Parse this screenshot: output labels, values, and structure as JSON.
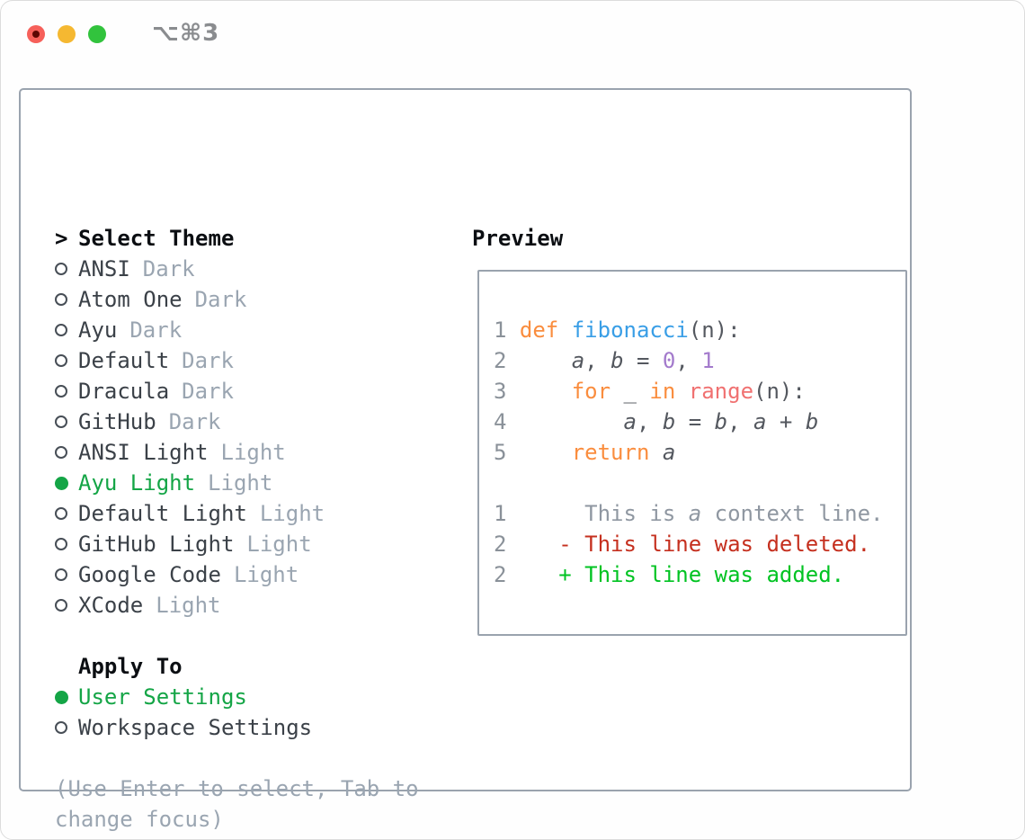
{
  "window": {
    "title": "⌥⌘3",
    "controls": {
      "close": "close",
      "minimize": "minimize",
      "zoom": "zoom"
    }
  },
  "theme_list": {
    "cursor": ">",
    "header": "Select Theme",
    "items": [
      {
        "name": "ANSI",
        "variant": "Dark",
        "selected": false
      },
      {
        "name": "Atom One",
        "variant": "Dark",
        "selected": false
      },
      {
        "name": "Ayu",
        "variant": "Dark",
        "selected": false
      },
      {
        "name": "Default",
        "variant": "Dark",
        "selected": false
      },
      {
        "name": "Dracula",
        "variant": "Dark",
        "selected": false
      },
      {
        "name": "GitHub",
        "variant": "Dark",
        "selected": false
      },
      {
        "name": "ANSI Light",
        "variant": "Light",
        "selected": false
      },
      {
        "name": "Ayu Light",
        "variant": "Light",
        "selected": true
      },
      {
        "name": "Default Light",
        "variant": "Light",
        "selected": false
      },
      {
        "name": "GitHub Light",
        "variant": "Light",
        "selected": false
      },
      {
        "name": "Google Code",
        "variant": "Light",
        "selected": false
      },
      {
        "name": "XCode",
        "variant": "Light",
        "selected": false
      }
    ]
  },
  "apply_to": {
    "header": "Apply To",
    "options": [
      {
        "label": "User Settings",
        "selected": true
      },
      {
        "label": "Workspace Settings",
        "selected": false
      }
    ]
  },
  "help": {
    "line1": "(Use Enter to select, Tab to",
    "line2": "change focus)"
  },
  "preview": {
    "header": "Preview",
    "lines": [
      [
        {
          "c": "ln",
          "t": "1"
        },
        {
          "c": "code",
          "t": " "
        },
        {
          "c": "kw",
          "t": "def"
        },
        {
          "c": "code",
          "t": " "
        },
        {
          "c": "fn",
          "t": "fibonacci"
        },
        {
          "c": "code",
          "t": "(n):"
        }
      ],
      [
        {
          "c": "ln",
          "t": "2"
        },
        {
          "c": "code",
          "t": "     "
        },
        {
          "c": "vi",
          "t": "a"
        },
        {
          "c": "code",
          "t": ", "
        },
        {
          "c": "vi",
          "t": "b"
        },
        {
          "c": "code",
          "t": " = "
        },
        {
          "c": "num",
          "t": "0"
        },
        {
          "c": "code",
          "t": ", "
        },
        {
          "c": "num",
          "t": "1"
        }
      ],
      [
        {
          "c": "ln",
          "t": "3"
        },
        {
          "c": "code",
          "t": "     "
        },
        {
          "c": "kw",
          "t": "for"
        },
        {
          "c": "code",
          "t": " _ "
        },
        {
          "c": "kw",
          "t": "in"
        },
        {
          "c": "code",
          "t": " "
        },
        {
          "c": "rng",
          "t": "range"
        },
        {
          "c": "code",
          "t": "(n):"
        }
      ],
      [
        {
          "c": "ln",
          "t": "4"
        },
        {
          "c": "code",
          "t": "         "
        },
        {
          "c": "vi",
          "t": "a"
        },
        {
          "c": "code",
          "t": ", "
        },
        {
          "c": "vi",
          "t": "b"
        },
        {
          "c": "code",
          "t": " = "
        },
        {
          "c": "vi",
          "t": "b"
        },
        {
          "c": "code",
          "t": ", "
        },
        {
          "c": "vi",
          "t": "a"
        },
        {
          "c": "code",
          "t": " + "
        },
        {
          "c": "vi",
          "t": "b"
        }
      ],
      [
        {
          "c": "ln",
          "t": "5"
        },
        {
          "c": "code",
          "t": "     "
        },
        {
          "c": "kw",
          "t": "return"
        },
        {
          "c": "code",
          "t": " "
        },
        {
          "c": "vi",
          "t": "a"
        }
      ],
      [],
      [
        {
          "c": "ln",
          "t": "1"
        },
        {
          "c": "ctx",
          "t": "      This is "
        },
        {
          "c": "ctxi",
          "t": "a"
        },
        {
          "c": "ctx",
          "t": " context line."
        }
      ],
      [
        {
          "c": "ln",
          "t": "2"
        },
        {
          "c": "del",
          "t": "    - This line was deleted."
        }
      ],
      [
        {
          "c": "ln",
          "t": "2"
        },
        {
          "c": "add",
          "t": "    + This line was added."
        }
      ]
    ]
  },
  "colors": {
    "accent_green": "#14a546",
    "added": "#00c322",
    "deleted": "#c5301f",
    "kw": "#fa8d3e",
    "fn": "#399ee6",
    "num": "#a37acc",
    "builtin": "#f07171",
    "code": "#54585f",
    "ctx": "#8f97a1",
    "lineno": "#8a9199",
    "muted": "#9aa5b1",
    "text": "#3b4148",
    "header": "#0b0e12",
    "border": "#9aa3ae",
    "traffic_red": "#f6605a",
    "traffic_yellow": "#f5b831",
    "traffic_green": "#32c33d"
  }
}
